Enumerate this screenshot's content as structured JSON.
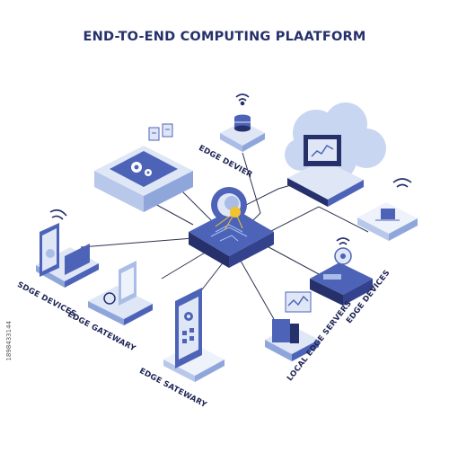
{
  "title": "END-TO-END COMPUTING PLAATFORM",
  "labels": {
    "edge_devier": "EDGE DEVIER",
    "sdge_devices": "SDGE DEVICES",
    "edge_gateway_1": "EDGE GATEWARY",
    "edge_gateway_2": "EDGE SATEWARY",
    "local_edge_servers": "LOCAL EDGE SERVERS",
    "edge_devices": "EDGE DEVICES"
  },
  "stock_id": "1898433144",
  "colors": {
    "dark_navy": "#26306b",
    "blue": "#4d63b8",
    "light_blue": "#a9bde6",
    "pale_blue": "#dfe7f7",
    "accent_yellow": "#f2c230",
    "line": "#2d3350"
  },
  "icons": [
    "gear-icon",
    "cloud-icon",
    "wifi-icon",
    "database-icon",
    "chip-icon",
    "tablet-icon",
    "phone-icon",
    "server-icon",
    "chart-icon",
    "document-icon"
  ]
}
